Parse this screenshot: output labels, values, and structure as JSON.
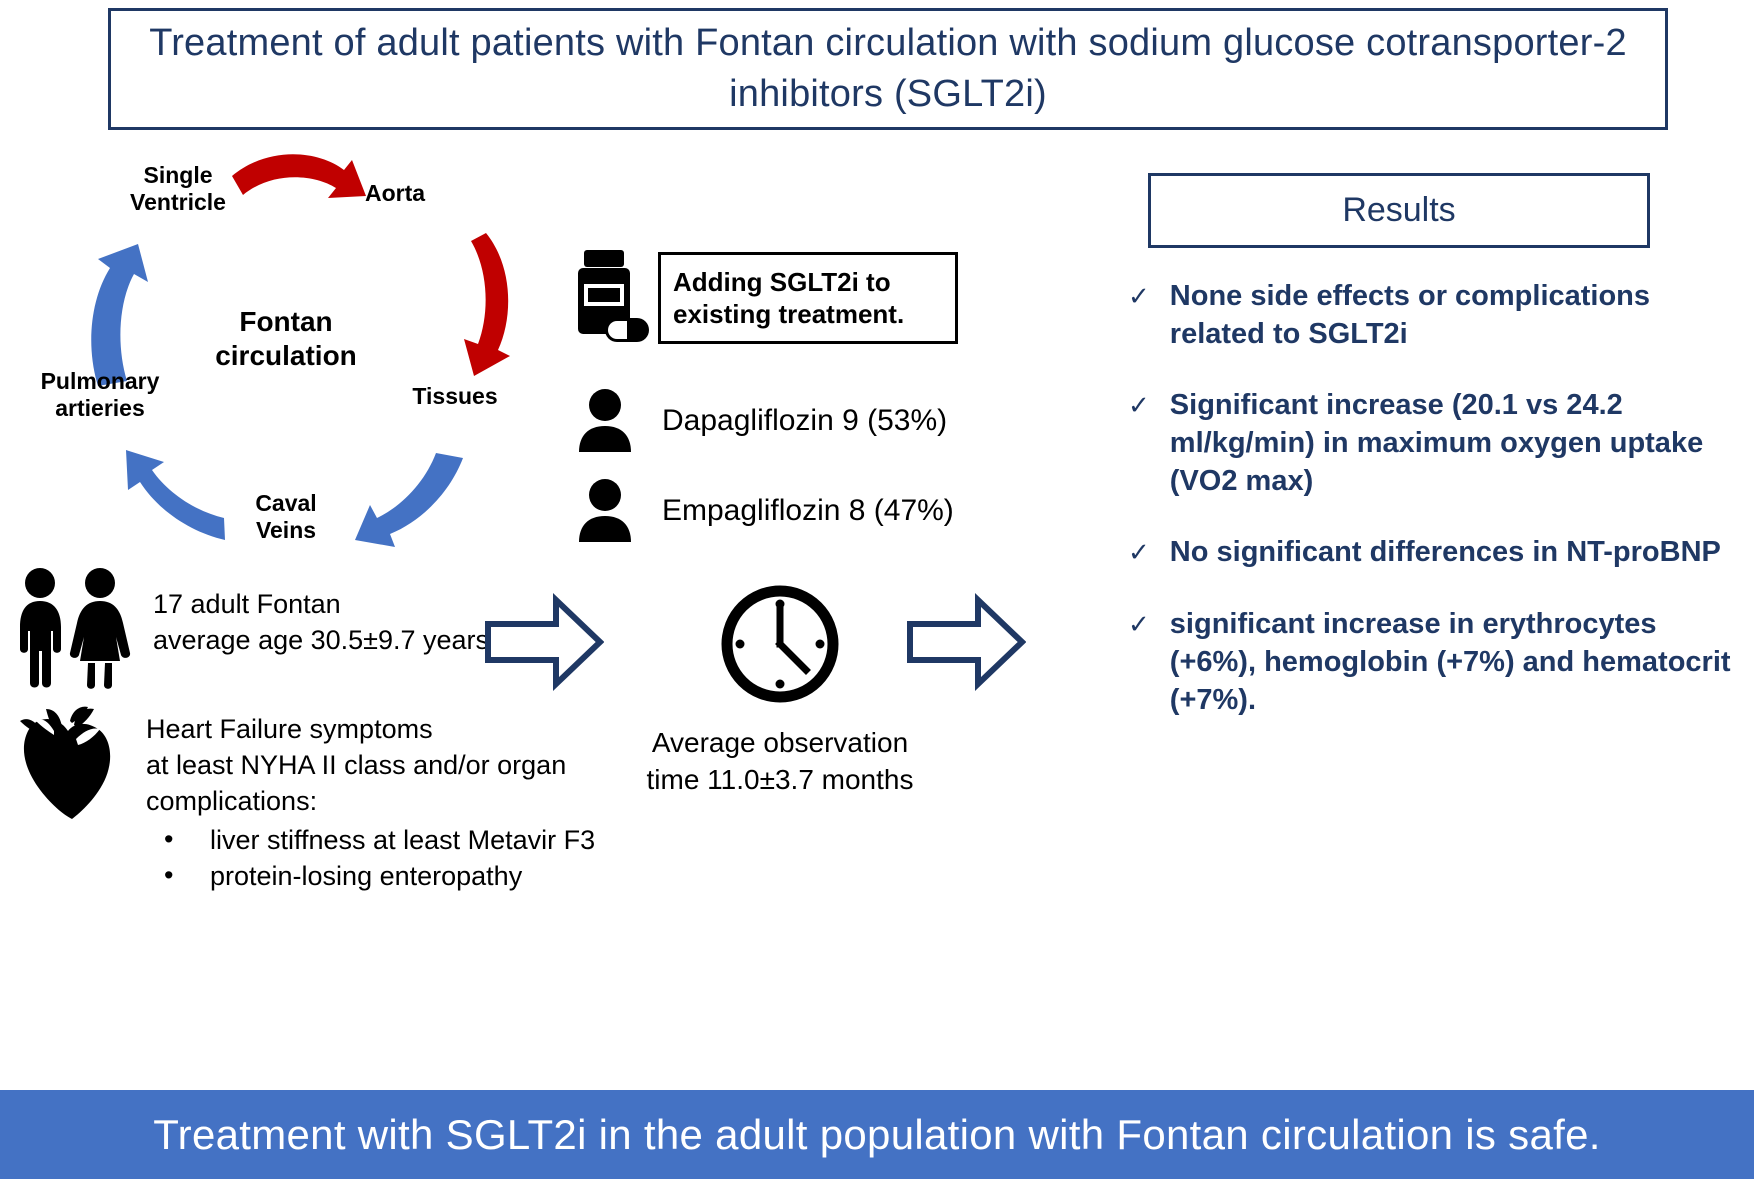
{
  "title": "Treatment of adult patients with Fontan circulation with sodium glucose cotransporter-2 inhibitors (SGLT2i)",
  "cycle": {
    "center_label": "Fontan circulation",
    "nodes": {
      "single_ventricle": "Single Ventricle",
      "aorta": "Aorta",
      "tissues": "Tissues",
      "caval_veins": "Caval Veins",
      "pulmonary_arteries": "Pulmonary artieries"
    },
    "colors": {
      "arterial": "#C00000",
      "venous": "#4472C4"
    }
  },
  "treatment": {
    "callout": "Adding SGLT2i to existing treatment.",
    "drugs": [
      {
        "label": "Dapagliflozin 9 (53%)"
      },
      {
        "label": "Empagliflozin 8 (47%)"
      }
    ]
  },
  "cohort": {
    "line1": "17 adult Fontan",
    "line2": "average age 30.5±9.7 years"
  },
  "heart_failure": {
    "line1": "Heart Failure symptoms",
    "line2": "at least NYHA II class and/or organ",
    "line3": "complications:",
    "bullets": [
      "liver stiffness at least Metavir F3",
      " protein-losing enteropathy"
    ]
  },
  "observation": {
    "line1": "Average observation",
    "line2": "time 11.0±3.7 months"
  },
  "results": {
    "title": "Results",
    "check_glyph": "✓",
    "items": [
      "None side effects or complications related to SGLT2i",
      "Significant increase (20.1 vs 24.2 ml/kg/min) in maximum oxygen uptake (VO2 max)",
      "No significant differences in NT-proBNP",
      "significant increase in erythrocytes (+6%), hemoglobin (+7%) and hematocrit (+7%)."
    ]
  },
  "banner": "Treatment with SGLT2i in the adult population with Fontan circulation is safe.",
  "colors": {
    "dark_blue": "#1F3864",
    "banner_blue": "#4472C4",
    "red_arrow": "#C00000",
    "blue_arrow": "#4472C4"
  }
}
